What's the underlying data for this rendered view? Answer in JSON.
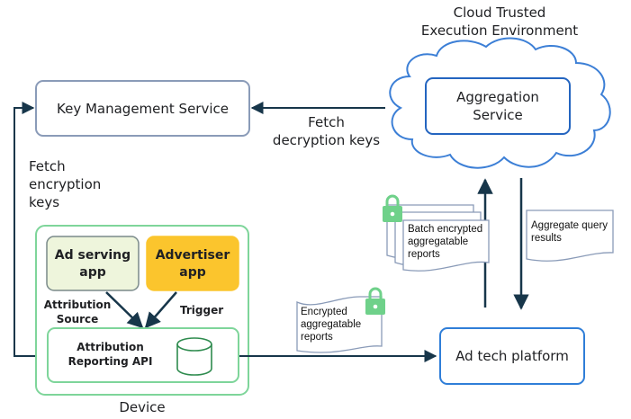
{
  "title": {
    "line1": "Cloud Trusted",
    "line2": "Execution Environment"
  },
  "nodes": {
    "key_management": "Key Management Service",
    "aggregation_line1": "Aggregation",
    "aggregation_line2": "Service",
    "ad_serving_line1": "Ad serving",
    "ad_serving_line2": "app",
    "advertiser_line1": "Advertiser",
    "advertiser_line2": "app",
    "attribution_api_line1": "Attribution",
    "attribution_api_line2": "Reporting API",
    "ad_tech": "Ad tech platform",
    "device": "Device"
  },
  "edges": {
    "fetch_decryption_line1": "Fetch",
    "fetch_decryption_line2": "decryption keys",
    "fetch_encryption_line1": "Fetch",
    "fetch_encryption_line2": "encryption",
    "fetch_encryption_line3": "keys",
    "attribution_source_line1": "Attribution",
    "attribution_source_line2": "Source",
    "trigger": "Trigger"
  },
  "documents": {
    "batch_line1": "Batch encrypted",
    "batch_line2": "aggregatable",
    "batch_line3": "reports",
    "query_line1": "Aggregate query",
    "query_line2": "results",
    "encrypted_line1": "Encrypted",
    "encrypted_line2": "aggregatable",
    "encrypted_line3": "reports"
  },
  "colors": {
    "arrow": "#17364a",
    "kms_border": "#8a9bb8",
    "cloud_blue": "#3c7fd6",
    "device_green": "#7ed59a",
    "ad_serving_fill": "#eef5dc",
    "advertiser_fill": "#fbc52d",
    "lock_green": "#6fd18a",
    "doc_border": "#8a9bb8"
  }
}
